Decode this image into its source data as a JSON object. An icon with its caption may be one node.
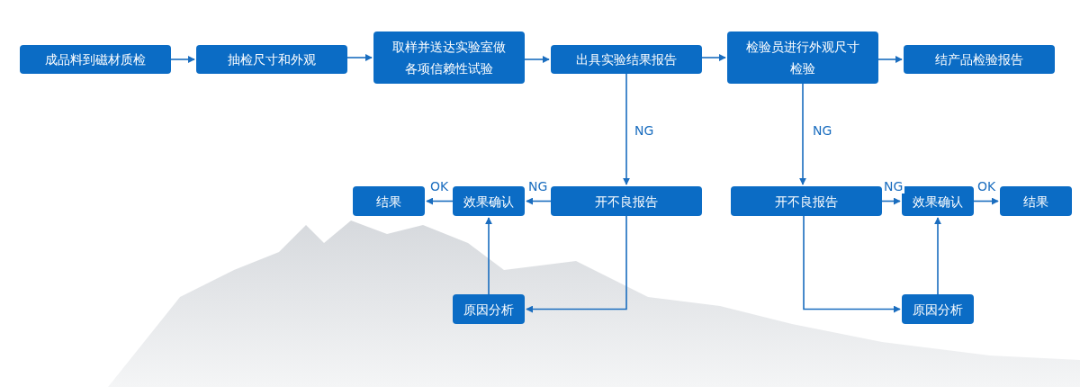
{
  "diagram": {
    "nodes": [
      {
        "text": [
          "成品料到磁材质检"
        ]
      },
      {
        "text": [
          "抽检尺寸和外观"
        ]
      },
      {
        "text": [
          "取样并送达实验室做各项信赖性试验"
        ]
      },
      {
        "text": [
          "出具实验结果报告"
        ]
      },
      {
        "text": [
          "检验员进行外观尺寸检验"
        ]
      },
      {
        "text": [
          "结产品检验报告"
        ]
      },
      {
        "text": [
          "结果"
        ]
      },
      {
        "text": [
          "效果确认"
        ]
      },
      {
        "text": [
          "开不良报告"
        ]
      },
      {
        "text": [
          "开不良报告"
        ]
      },
      {
        "text": [
          "效果确认"
        ]
      },
      {
        "text": [
          "结果"
        ]
      },
      {
        "text": [
          "原因分析"
        ]
      },
      {
        "text": [
          "原因分析"
        ]
      }
    ],
    "edges": [
      {
        "from": 0,
        "to": 1,
        "arrow": "to"
      },
      {
        "from": 1,
        "to": 2,
        "arrow": "to"
      },
      {
        "from": 2,
        "to": 3,
        "arrow": "to"
      },
      {
        "from": 3,
        "to": 4,
        "arrow": "to"
      },
      {
        "from": 4,
        "to": 5,
        "arrow": "to"
      },
      {
        "from": 3,
        "to": 8,
        "arrow": "to",
        "label": "NG"
      },
      {
        "from": 4,
        "to": 9,
        "arrow": "to",
        "label": "NG"
      },
      {
        "from": 8,
        "to": 7,
        "arrow": "to",
        "label": "NG"
      },
      {
        "from": 7,
        "to": 6,
        "arrow": "to",
        "label": "OK"
      },
      {
        "from": 8,
        "to": 12,
        "arrow": "to"
      },
      {
        "from": 12,
        "to": 7,
        "arrow": "to"
      },
      {
        "from": 9,
        "to": 13,
        "arrow": "to"
      },
      {
        "from": 13,
        "to": 10,
        "arrow": "to"
      },
      {
        "from": 9,
        "to": 10,
        "arrow": "to",
        "label": "NG"
      },
      {
        "from": 10,
        "to": 11,
        "arrow": "to",
        "label": "OK"
      }
    ]
  }
}
